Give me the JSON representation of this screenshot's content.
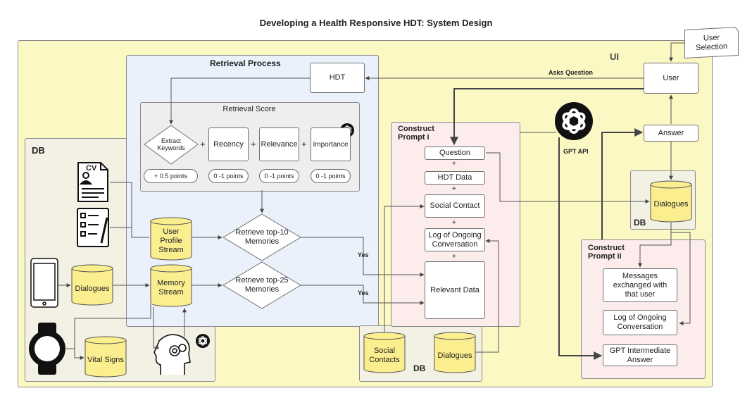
{
  "title": "Developing a Health Responsive HDT: System Design",
  "regions": {
    "ui": "UI",
    "retrieval": "Retrieval Process",
    "retrieval_score": "Retrieval Score",
    "db_left": "DB",
    "db_bottom": "DB",
    "db_right": "DB",
    "construct_i": "Construct\nPrompt i",
    "construct_ii": "Construct\nPrompt ii"
  },
  "ui_nodes": {
    "user_selection": "User Selection",
    "user": "User",
    "answer": "Answer",
    "hdt": "HDT",
    "asks_question": "Asks Question",
    "gpt_api": "GPT API"
  },
  "retrieval": {
    "extract_keywords": "Extract\nKeywords",
    "recency": "Recency",
    "relevance": "Relevance",
    "importance": "Importance",
    "plus": "+",
    "points": [
      "+ 0.5 points",
      "0 -1 points",
      "0 -1 points",
      "0 -1 points"
    ],
    "top10": "Retrieve top-10\nMemories",
    "top25": "Retrieve top-25\nMemories",
    "yes": "Yes"
  },
  "db_left": {
    "user_profile_stream": "User\nProfile\nStream",
    "memory_stream": "Memory\nStream",
    "dialogues": "Dialogues",
    "vital_signs": "Vital Signs",
    "cv": "CV"
  },
  "prompt_i": {
    "question": "Question",
    "hdt_data": "HDT Data",
    "social_contact": "Social Contact",
    "log": "Log of Ongoing\nConversation",
    "relevant_data": "Relevant Data",
    "plus": "+"
  },
  "db_bottom": {
    "social_contacts": "Social\nContacts",
    "dialogues": "Dialogues"
  },
  "db_right": {
    "dialogues": "Dialogues"
  },
  "prompt_ii": {
    "messages": "Messages\nexchanged with\nthat user",
    "log": "Log of Ongoing\nConversation",
    "gpt_answer": "GPT Intermediate\nAnswer"
  },
  "icons": [
    "cv-document-icon",
    "checklist-icon",
    "smartphone-icon",
    "smartwatch-icon",
    "brain-gear-icon",
    "openai-logo-icon"
  ],
  "colors": {
    "ui_bg": "#fbf8c4",
    "retrieval_bg": "#eaf1fb",
    "db_bg": "#f3f0e4",
    "prompt_bg": "#fcecec",
    "cylinder": "#fbee8f"
  }
}
